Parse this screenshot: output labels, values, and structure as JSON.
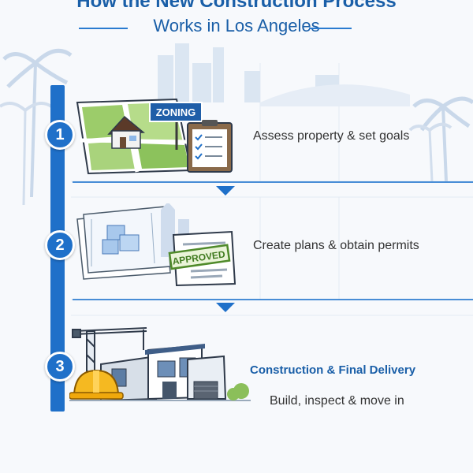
{
  "header": {
    "title_line1": "How the New Construction Process",
    "title_line2": "Works in Los Angeles"
  },
  "steps": [
    {
      "number": "1",
      "description": "Assess property & set goals",
      "sign_label": "ZONING"
    },
    {
      "number": "2",
      "description": "Create plans & obtain permits",
      "stamp_label": "APPROVED"
    },
    {
      "number": "3",
      "heading": "Construction & Final Delivery",
      "description": "Build, inspect & move in"
    }
  ],
  "colors": {
    "accent": "#1f70c9",
    "title": "#1a5fa8",
    "background": "#f7f9fc"
  }
}
